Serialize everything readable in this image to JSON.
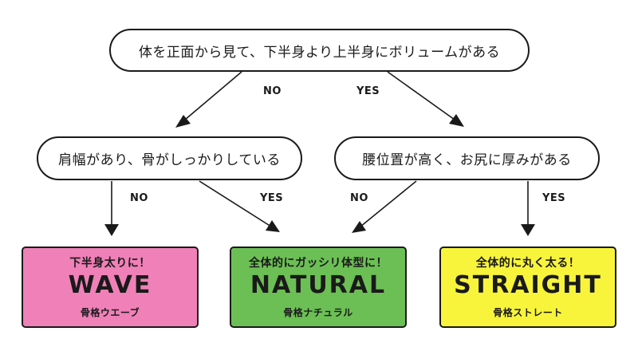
{
  "colors": {
    "wave": "#f080b8",
    "natural": "#6cbf55",
    "straight": "#f8f43c",
    "line": "#1a1a1a"
  },
  "questions": {
    "q1": "体を正面から見て、下半身より上半身にボリュームがある",
    "q2": "肩幅があり、骨がしっかりしている",
    "q3": "腰位置が高く、お尻に厚みがある"
  },
  "branches": {
    "q1_no": "NO",
    "q1_yes": "YES",
    "q2_no": "NO",
    "q2_yes": "YES",
    "q3_no": "NO",
    "q3_yes": "YES"
  },
  "results": {
    "wave": {
      "tagline": "下半身太りに！",
      "name": "WAVE",
      "subtitle": "骨格ウエーブ"
    },
    "natural": {
      "tagline": "全体的にガッシリ体型に！",
      "name": "NATURAL",
      "subtitle": "骨格ナチュラル"
    },
    "straight": {
      "tagline": "全体的に丸く太る！",
      "name": "STRAIGHT",
      "subtitle": "骨格ストレート"
    }
  }
}
